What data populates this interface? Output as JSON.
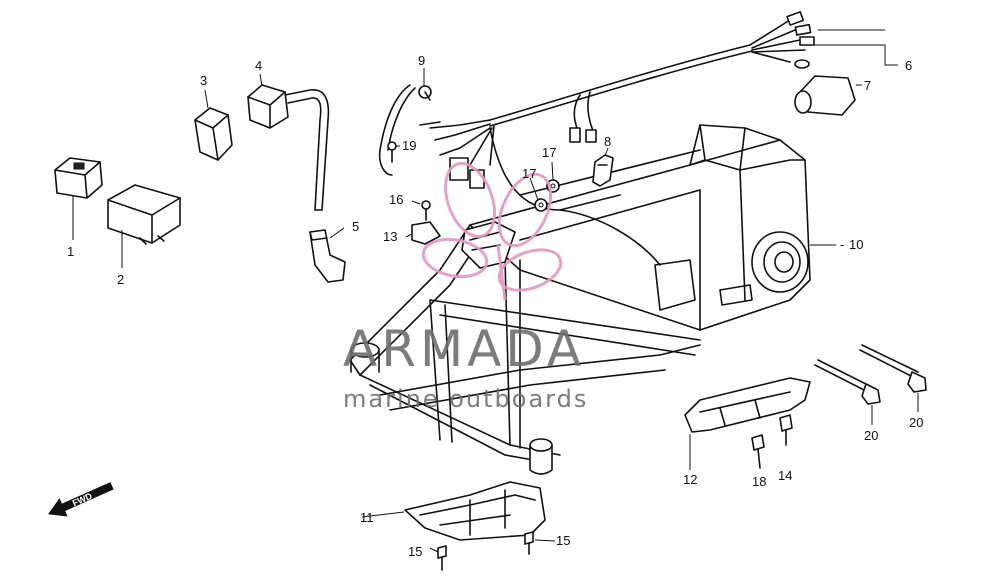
{
  "parts": {
    "p1": "1",
    "p2": "2",
    "p3": "3",
    "p4": "4",
    "p5": "5",
    "p6": "6",
    "p7": "7",
    "p8": "8",
    "p9": "9",
    "p10": "10",
    "p11": "11",
    "p12": "12",
    "p13": "13",
    "p14": "14",
    "p15a": "15",
    "p15b": "15",
    "p16": "16",
    "p17a": "17",
    "p17b": "17",
    "p18": "18",
    "p19": "19",
    "p20a": "20",
    "p20b": "20"
  },
  "direction": "FWD",
  "watermark": {
    "brand": "ARMADA",
    "tagline": "marine outboards"
  },
  "colors": {
    "line": "#111111",
    "watermark_text": "#6e6e6e",
    "watermark_logo": "#e29ac0"
  }
}
